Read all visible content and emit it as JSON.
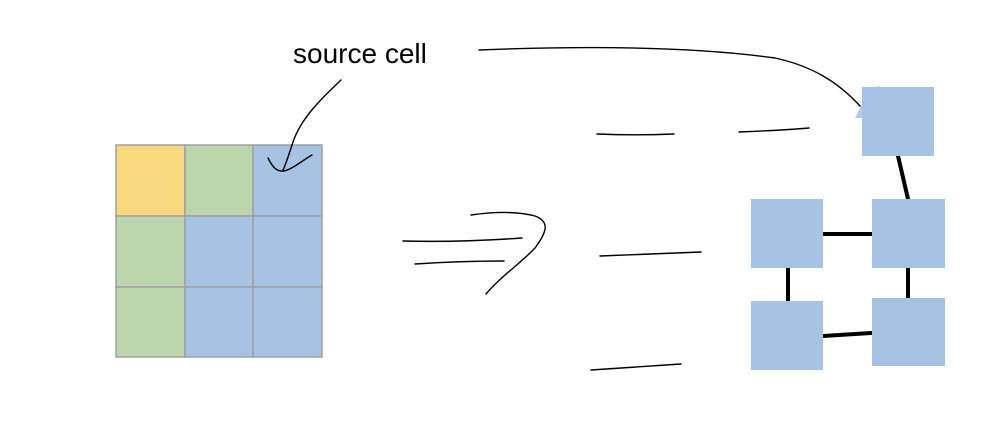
{
  "annotation": {
    "label": "source cell"
  },
  "colors": {
    "yellow": "#f9d97d",
    "green": "#bcd5ad",
    "blue": "#a6c3e4",
    "grid_border": "#a0a0a0",
    "ink": "#000000"
  },
  "grid": {
    "rows": 3,
    "cols": 3,
    "cells": [
      [
        "yellow",
        "green",
        "blue"
      ],
      [
        "green",
        "blue",
        "blue"
      ],
      [
        "green",
        "blue",
        "blue"
      ]
    ]
  },
  "graph": {
    "nodes": [
      "source",
      "n1",
      "n2",
      "n3",
      "n4"
    ],
    "edges": [
      [
        "source",
        "n2"
      ],
      [
        "n1",
        "n2"
      ],
      [
        "n1",
        "n3"
      ],
      [
        "n2",
        "n4"
      ],
      [
        "n3",
        "n4"
      ]
    ]
  }
}
